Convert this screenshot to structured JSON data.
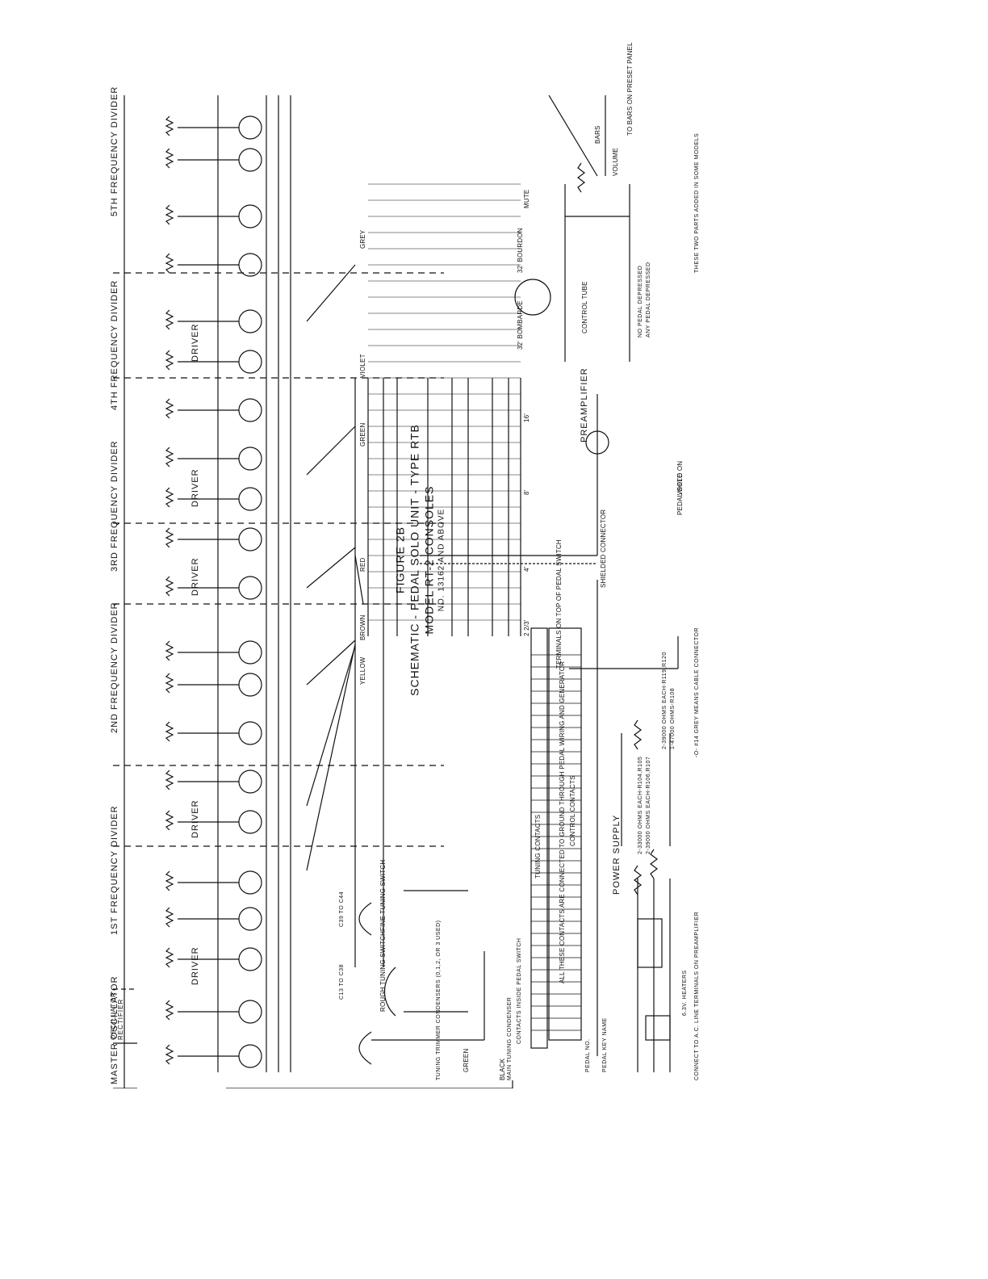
{
  "sections": [
    "MASTER OSCILLATOR",
    "OSCILLATOR RECTIFIER",
    "DRIVER",
    "1ST FREQUENCY DIVIDER",
    "DRIVER",
    "2ND FREQUENCY DIVIDER",
    "DRIVER",
    "3RD FREQUENCY DIVIDER",
    "DRIVER",
    "4TH FREQUENCY DIVIDER",
    "DRIVER",
    "5TH FREQUENCY DIVIDER"
  ],
  "wires": [
    "BROWN",
    "YELLOW",
    "RED",
    "GREEN",
    "VIOLET",
    "GREY",
    "WHITE",
    "GREEN",
    "BLACK"
  ],
  "voices": [
    "2 2/3'",
    "4'",
    "8'",
    "16'",
    "32' BOMBARDE",
    "32' BOURDON",
    "MUTE"
  ],
  "labels": {
    "preamplifier": "PREAMPLIFIER",
    "control_tube": "CONTROL TUBE",
    "volume": "VOLUME",
    "to_bars": "TO BARS ON PRESET PANEL",
    "bars": "BARS",
    "shielded": "SHIELDED CONNECTOR",
    "pedal_solo": "PEDAL SOLO ON",
    "power_supply": "POWER SUPPLY",
    "terminals": "TERMINALS ON TOP OF PEDAL SWITCH",
    "tuning_contacts": "TUNING CONTACTS",
    "control_contacts": "CONTROL CONTACTS",
    "all_contacts": "ALL THESE CONTACTS ARE CONNECTED TO GROUND THROUGH PEDAL WIRING AND GENERATOR",
    "pedal_no": "PEDAL NO.",
    "pedal_key": "PEDAL KEY NAME",
    "rough": "ROUGH TUNING SWITCH",
    "fine": "FINE TUNING SWITCH",
    "c13": "C13 TO C38",
    "c39": "C39 TO C44",
    "trimmer": "TUNING TRIMMER CONDENSERS (0,1,2, OR 3 USED)",
    "main_tuning": "MAIN TUNING CONDENSER",
    "contacts_inside": "CONTACTS INSIDE PEDAL SWITCH",
    "ac_line": "CONNECT TO A.C. LINE TERMINALS ON PREAMPLIFIER",
    "heaters": "6.3V. HEATERS",
    "grey_note": "-O- #14 GREY MEANS CABLE CONNECTOR",
    "resistor_note_a": "2-33000 OHMS EACH-R104,R105",
    "resistor_note_b": "2-39000 OHMS EACH-R106,R107",
    "resistor_note_c": "2-39000 OHMS EACH-R119,R120",
    "resistor_note_d": "1-47000 OHMS-R108",
    "models_note": "THESE TWO PARTS ADDED IN SOME MODELS",
    "pedal_depressed": "NO PEDAL DEPRESSED",
    "any_pedal": "ANY PEDAL DEPRESSED"
  },
  "caption": {
    "figure": "FIGURE 2B",
    "line1": "SCHEMATIC - PEDAL SOLO UNIT - TYPE RTB",
    "line2": "MODEL RT-2 CONSOLES",
    "line3": "NO. 13162 AND ABOVE"
  }
}
